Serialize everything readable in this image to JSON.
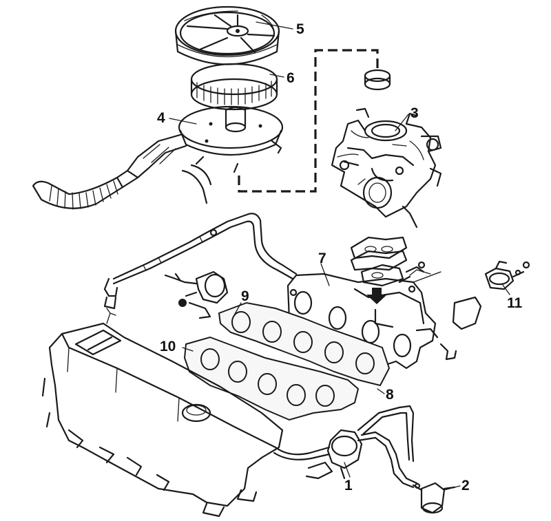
{
  "callouts": [
    {
      "id": "1",
      "label": "1"
    },
    {
      "id": "2",
      "label": "2"
    },
    {
      "id": "3",
      "label": "3"
    },
    {
      "id": "4",
      "label": "4"
    },
    {
      "id": "5",
      "label": "5"
    },
    {
      "id": "6",
      "label": "6"
    },
    {
      "id": "7",
      "label": "7"
    },
    {
      "id": "8",
      "label": "8"
    },
    {
      "id": "9",
      "label": "9"
    },
    {
      "id": "10",
      "label": "10"
    },
    {
      "id": "11",
      "label": "11"
    }
  ],
  "colors": {
    "ink": "#1a1a1a",
    "paper": "#ffffff"
  }
}
